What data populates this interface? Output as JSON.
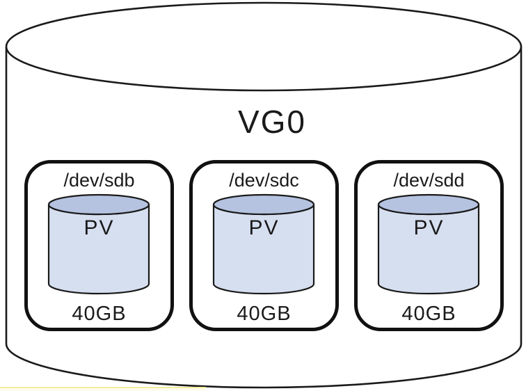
{
  "diagram": {
    "type": "lvm-volume-group",
    "volume_group": {
      "label": "VG0",
      "physical_volumes": [
        {
          "device": "/dev/sdb",
          "type_label": "PV",
          "size": "40GB"
        },
        {
          "device": "/dev/sdc",
          "type_label": "PV",
          "size": "40GB"
        },
        {
          "device": "/dev/sdd",
          "type_label": "PV",
          "size": "40GB"
        }
      ]
    },
    "colors": {
      "outline": "#1a1a1a",
      "box_border": "#111111",
      "pv_cylinder_top": "#b5c3e0",
      "pv_cylinder_body": "#d6dff0",
      "background": "#ffffff",
      "highlight_strip": "#fdfcee"
    }
  }
}
